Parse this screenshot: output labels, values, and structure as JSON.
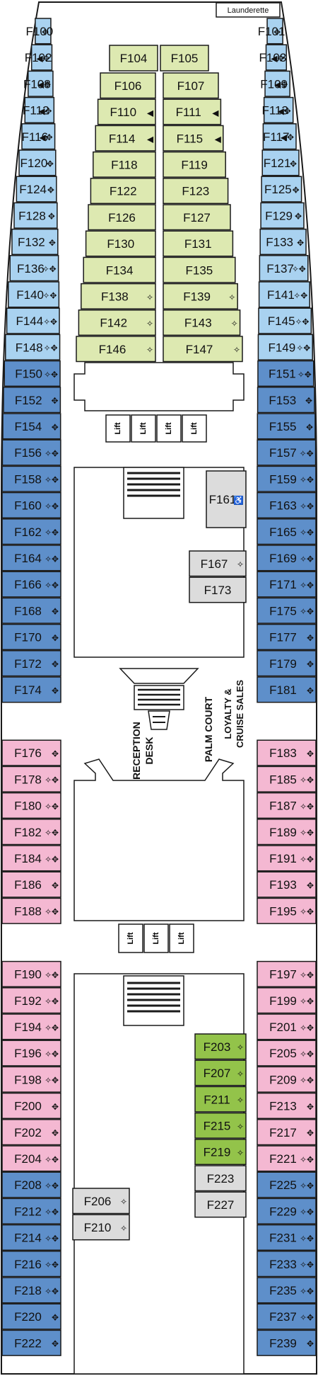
{
  "colors": {
    "light_blue": "#a9d2f0",
    "dark_blue": "#5e8fca",
    "pink": "#f4b8d2",
    "light_green": "#dde9b1",
    "green": "#93c34a",
    "grey": "#dcdcdc",
    "outline": "#1a1a1a"
  },
  "labels": {
    "launderette": "Launderette",
    "lift": "Lift",
    "reception": "RECEPTION",
    "desk": "DESK",
    "palm_court": "PALM COURT",
    "loyalty": "LOYALTY &",
    "cruise_sales": "CRUISE SALES"
  },
  "cabins": {
    "left_outer": [
      {
        "id": "F100",
        "mark": "✥",
        "color": "light_blue"
      },
      {
        "id": "F102",
        "mark": "◀✥",
        "color": "light_blue"
      },
      {
        "id": "F108",
        "mark": "◀✥",
        "color": "light_blue"
      },
      {
        "id": "F112",
        "mark": "◀✥",
        "color": "light_blue"
      },
      {
        "id": "F116",
        "mark": "◀✥",
        "color": "light_blue"
      },
      {
        "id": "F120",
        "mark": "✥",
        "color": "light_blue"
      },
      {
        "id": "F124",
        "mark": "✥",
        "color": "light_blue"
      },
      {
        "id": "F128",
        "mark": "✥",
        "color": "light_blue"
      },
      {
        "id": "F132",
        "mark": "✥",
        "color": "light_blue"
      },
      {
        "id": "F136",
        "mark": "✧✥",
        "color": "light_blue"
      },
      {
        "id": "F140",
        "mark": "✧✥",
        "color": "light_blue"
      },
      {
        "id": "F144",
        "mark": "✧✥",
        "color": "light_blue"
      },
      {
        "id": "F148",
        "mark": "✧✥",
        "color": "light_blue"
      },
      {
        "id": "F150",
        "mark": "✧✥",
        "color": "dark_blue"
      },
      {
        "id": "F152",
        "mark": "✥",
        "color": "dark_blue"
      },
      {
        "id": "F154",
        "mark": "✥",
        "color": "dark_blue"
      },
      {
        "id": "F156",
        "mark": "✧✥",
        "color": "dark_blue"
      },
      {
        "id": "F158",
        "mark": "✧✥",
        "color": "dark_blue"
      },
      {
        "id": "F160",
        "mark": "✧✥",
        "color": "dark_blue"
      },
      {
        "id": "F162",
        "mark": "✧✥",
        "color": "dark_blue"
      },
      {
        "id": "F164",
        "mark": "✧✥",
        "color": "dark_blue"
      },
      {
        "id": "F166",
        "mark": "✧✥",
        "color": "dark_blue"
      },
      {
        "id": "F168",
        "mark": "✥",
        "color": "dark_blue"
      },
      {
        "id": "F170",
        "mark": "✥",
        "color": "dark_blue"
      },
      {
        "id": "F172",
        "mark": "✥",
        "color": "dark_blue"
      },
      {
        "id": "F174",
        "mark": "✥",
        "color": "dark_blue"
      },
      {
        "id": "F176",
        "mark": "✥",
        "color": "pink"
      },
      {
        "id": "F178",
        "mark": "✧✥",
        "color": "pink"
      },
      {
        "id": "F180",
        "mark": "✧✥",
        "color": "pink"
      },
      {
        "id": "F182",
        "mark": "✧✥",
        "color": "pink"
      },
      {
        "id": "F184",
        "mark": "✧✥",
        "color": "pink"
      },
      {
        "id": "F186",
        "mark": "✥",
        "color": "pink"
      },
      {
        "id": "F188",
        "mark": "✧✥",
        "color": "pink"
      },
      {
        "id": "F190",
        "mark": "✧✥",
        "color": "pink"
      },
      {
        "id": "F192",
        "mark": "✧✥",
        "color": "pink"
      },
      {
        "id": "F194",
        "mark": "✧✥",
        "color": "pink"
      },
      {
        "id": "F196",
        "mark": "✧✥",
        "color": "pink"
      },
      {
        "id": "F198",
        "mark": "✧✥",
        "color": "pink"
      },
      {
        "id": "F200",
        "mark": "✥",
        "color": "pink"
      },
      {
        "id": "F202",
        "mark": "✥",
        "color": "pink"
      },
      {
        "id": "F204",
        "mark": "✧✥",
        "color": "pink"
      },
      {
        "id": "F208",
        "mark": "✧✥",
        "color": "dark_blue"
      },
      {
        "id": "F212",
        "mark": "✧✥",
        "color": "dark_blue"
      },
      {
        "id": "F214",
        "mark": "✧✥",
        "color": "dark_blue"
      },
      {
        "id": "F216",
        "mark": "✧✥",
        "color": "dark_blue"
      },
      {
        "id": "F218",
        "mark": "✧✥",
        "color": "dark_blue"
      },
      {
        "id": "F220",
        "mark": "✥",
        "color": "dark_blue"
      },
      {
        "id": "F222",
        "mark": "✥",
        "color": "dark_blue"
      }
    ],
    "right_outer": [
      {
        "id": "F101",
        "mark": "✥",
        "color": "light_blue"
      },
      {
        "id": "F103",
        "mark": "◀✥",
        "color": "light_blue"
      },
      {
        "id": "F109",
        "mark": "◀✥",
        "color": "light_blue"
      },
      {
        "id": "F113",
        "mark": "◀✥",
        "color": "light_blue"
      },
      {
        "id": "F117",
        "mark": "◀✥",
        "color": "light_blue"
      },
      {
        "id": "F121",
        "mark": "✥",
        "color": "light_blue"
      },
      {
        "id": "F125",
        "mark": "✥",
        "color": "light_blue"
      },
      {
        "id": "F129",
        "mark": "✥",
        "color": "light_blue"
      },
      {
        "id": "F133",
        "mark": "✥",
        "color": "light_blue"
      },
      {
        "id": "F137",
        "mark": "✧✥",
        "color": "light_blue"
      },
      {
        "id": "F141",
        "mark": "✧✥",
        "color": "light_blue"
      },
      {
        "id": "F145",
        "mark": "✧✥",
        "color": "light_blue"
      },
      {
        "id": "F149",
        "mark": "✧✥",
        "color": "light_blue"
      },
      {
        "id": "F151",
        "mark": "✧✥",
        "color": "dark_blue"
      },
      {
        "id": "F153",
        "mark": "✥",
        "color": "dark_blue"
      },
      {
        "id": "F155",
        "mark": "✥",
        "color": "dark_blue"
      },
      {
        "id": "F157",
        "mark": "✧✥",
        "color": "dark_blue"
      },
      {
        "id": "F159",
        "mark": "✧✥",
        "color": "dark_blue"
      },
      {
        "id": "F163",
        "mark": "✧✥",
        "color": "dark_blue"
      },
      {
        "id": "F165",
        "mark": "✧✥",
        "color": "dark_blue"
      },
      {
        "id": "F169",
        "mark": "✧✥",
        "color": "dark_blue"
      },
      {
        "id": "F171",
        "mark": "✧✥",
        "color": "dark_blue"
      },
      {
        "id": "F175",
        "mark": "✧✥",
        "color": "dark_blue"
      },
      {
        "id": "F177",
        "mark": "✥",
        "color": "dark_blue"
      },
      {
        "id": "F179",
        "mark": "✥",
        "color": "dark_blue"
      },
      {
        "id": "F181",
        "mark": "✥",
        "color": "dark_blue"
      },
      {
        "id": "F183",
        "mark": "✥",
        "color": "pink"
      },
      {
        "id": "F185",
        "mark": "✧✥",
        "color": "pink"
      },
      {
        "id": "F187",
        "mark": "✧✥",
        "color": "pink"
      },
      {
        "id": "F189",
        "mark": "✧✥",
        "color": "pink"
      },
      {
        "id": "F191",
        "mark": "✧✥",
        "color": "pink"
      },
      {
        "id": "F193",
        "mark": "✥",
        "color": "pink"
      },
      {
        "id": "F195",
        "mark": "✧✥",
        "color": "pink"
      },
      {
        "id": "F197",
        "mark": "✧✥",
        "color": "pink"
      },
      {
        "id": "F199",
        "mark": "✧✥",
        "color": "pink"
      },
      {
        "id": "F201",
        "mark": "✧✥",
        "color": "pink"
      },
      {
        "id": "F205",
        "mark": "✧✥",
        "color": "pink"
      },
      {
        "id": "F209",
        "mark": "✧✥",
        "color": "pink"
      },
      {
        "id": "F213",
        "mark": "✥",
        "color": "pink"
      },
      {
        "id": "F217",
        "mark": "✥",
        "color": "pink"
      },
      {
        "id": "F221",
        "mark": "✧✥",
        "color": "pink"
      },
      {
        "id": "F225",
        "mark": "✧✥",
        "color": "dark_blue"
      },
      {
        "id": "F229",
        "mark": "✧✥",
        "color": "dark_blue"
      },
      {
        "id": "F231",
        "mark": "✧✥",
        "color": "dark_blue"
      },
      {
        "id": "F233",
        "mark": "✧✥",
        "color": "dark_blue"
      },
      {
        "id": "F235",
        "mark": "✧✥",
        "color": "dark_blue"
      },
      {
        "id": "F237",
        "mark": "✧✥",
        "color": "dark_blue"
      },
      {
        "id": "F239",
        "mark": "✥",
        "color": "dark_blue"
      }
    ],
    "top_pair": [
      {
        "id": "F104",
        "mark": "",
        "color": "light_green"
      },
      {
        "id": "F105",
        "mark": "",
        "color": "light_green"
      }
    ],
    "fore_left": [
      {
        "id": "F106",
        "mark": "",
        "color": "light_green"
      },
      {
        "id": "F110",
        "mark": "◀",
        "color": "light_green"
      },
      {
        "id": "F114",
        "mark": "◀",
        "color": "light_green"
      },
      {
        "id": "F118",
        "mark": "",
        "color": "light_green"
      },
      {
        "id": "F122",
        "mark": "",
        "color": "light_green"
      },
      {
        "id": "F126",
        "mark": "",
        "color": "light_green"
      },
      {
        "id": "F130",
        "mark": "",
        "color": "light_green"
      },
      {
        "id": "F134",
        "mark": "",
        "color": "light_green"
      },
      {
        "id": "F138",
        "mark": "✧",
        "color": "light_green"
      },
      {
        "id": "F142",
        "mark": "✧",
        "color": "light_green"
      },
      {
        "id": "F146",
        "mark": "✧",
        "color": "light_green"
      }
    ],
    "fore_right": [
      {
        "id": "F107",
        "mark": "",
        "color": "light_green"
      },
      {
        "id": "F111",
        "mark": "◀",
        "color": "light_green"
      },
      {
        "id": "F115",
        "mark": "◀",
        "color": "light_green"
      },
      {
        "id": "F119",
        "mark": "",
        "color": "light_green"
      },
      {
        "id": "F123",
        "mark": "",
        "color": "light_green"
      },
      {
        "id": "F127",
        "mark": "",
        "color": "light_green"
      },
      {
        "id": "F131",
        "mark": "",
        "color": "light_green"
      },
      {
        "id": "F135",
        "mark": "",
        "color": "light_green"
      },
      {
        "id": "F139",
        "mark": "✧",
        "color": "light_green"
      },
      {
        "id": "F143",
        "mark": "✧",
        "color": "light_green"
      },
      {
        "id": "F147",
        "mark": "✧",
        "color": "light_green"
      }
    ],
    "mid_right": [
      {
        "id": "F167",
        "mark": "✧",
        "color": "grey"
      },
      {
        "id": "F173",
        "mark": "",
        "color": "grey"
      }
    ],
    "accessible": {
      "id": "F161",
      "mark": "♿",
      "color": "grey"
    },
    "aft_right": [
      {
        "id": "F203",
        "mark": "✧",
        "color": "green"
      },
      {
        "id": "F207",
        "mark": "✧",
        "color": "green"
      },
      {
        "id": "F211",
        "mark": "✧",
        "color": "green"
      },
      {
        "id": "F215",
        "mark": "✧",
        "color": "green"
      },
      {
        "id": "F219",
        "mark": "✧",
        "color": "green"
      },
      {
        "id": "F223",
        "mark": "",
        "color": "grey"
      },
      {
        "id": "F227",
        "mark": "",
        "color": "grey"
      }
    ],
    "aft_left": [
      {
        "id": "F206",
        "mark": "✧",
        "color": "grey"
      },
      {
        "id": "F210",
        "mark": "✧",
        "color": "grey"
      }
    ]
  }
}
